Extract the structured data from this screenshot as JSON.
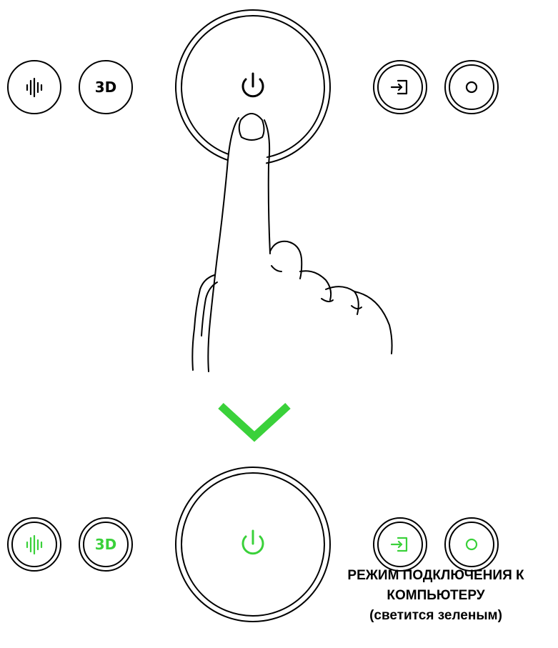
{
  "before": {
    "buttons": {
      "sound_mode": "sound-wave-icon",
      "mode_3d": "3D",
      "power": "power-icon",
      "input_source": "input-icon",
      "circle_button": "circle-icon"
    },
    "indicator_color": "#000000"
  },
  "after": {
    "buttons": {
      "sound_mode": "sound-wave-icon",
      "mode_3d": "3D",
      "power": "power-icon",
      "input_source": "input-icon",
      "circle_button": "circle-icon"
    },
    "indicator_color": "#3ad13a"
  },
  "transition_arrow": "chevron-down-icon",
  "transition_color": "#3ad13a",
  "caption": {
    "line1": "РЕЖИМ ПОДКЛЮЧЕНИЯ К",
    "line2": "КОМПЬЮТЕРУ",
    "line3": "(светится зеленым)"
  }
}
